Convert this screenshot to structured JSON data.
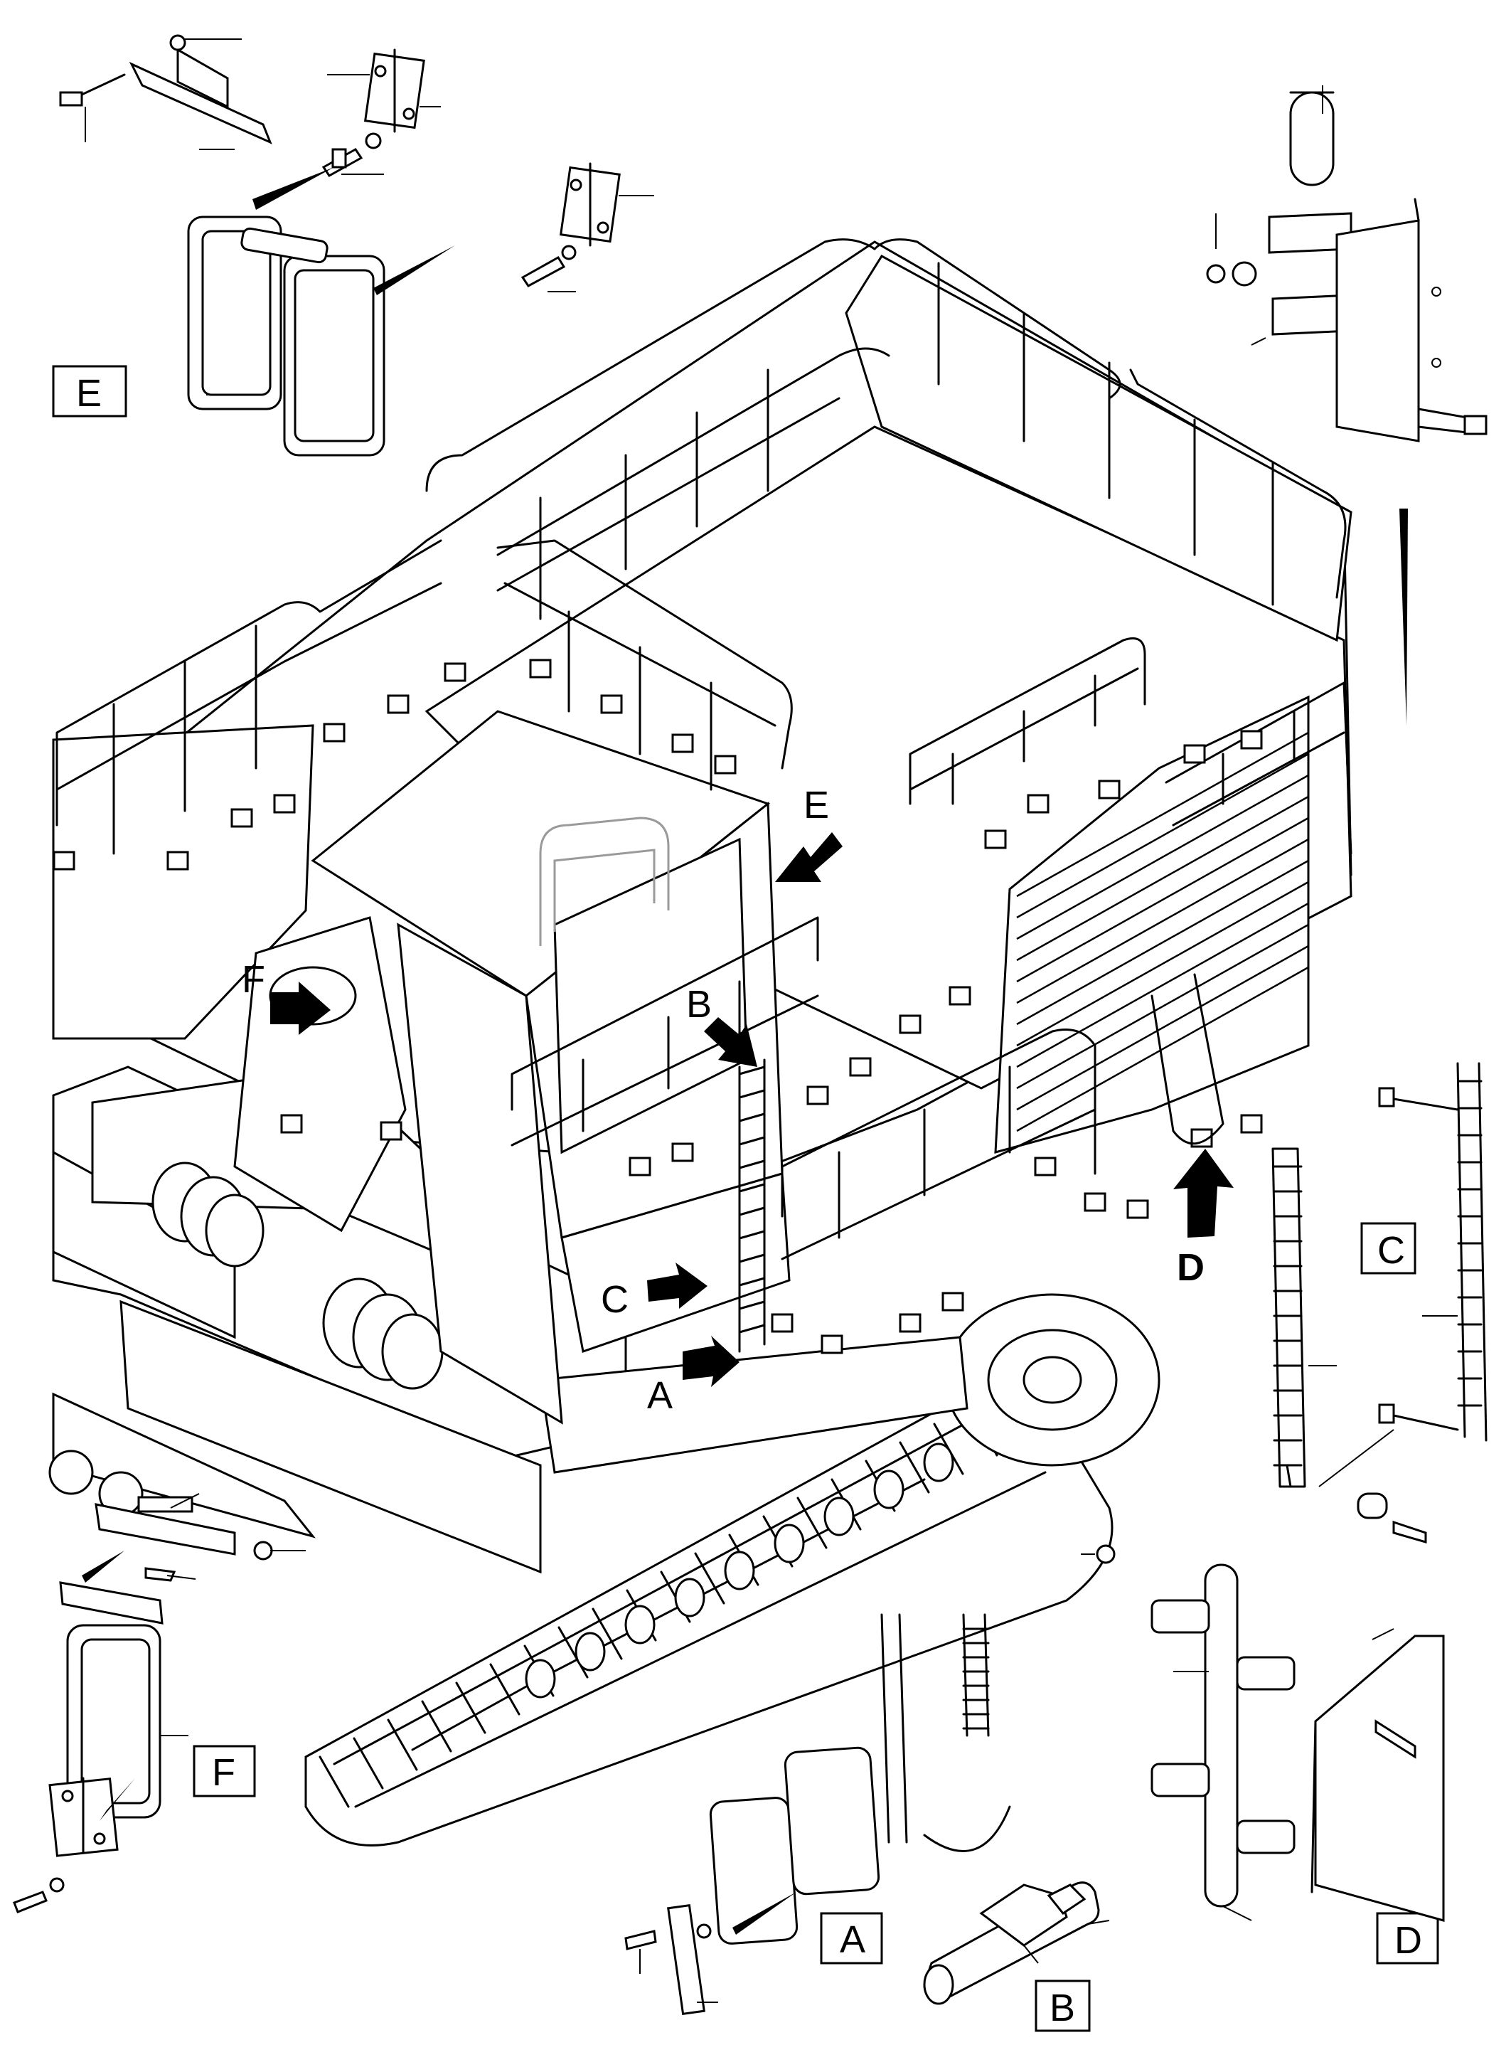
{
  "callout_arrows": [
    {
      "id": "A",
      "label": "A",
      "bold": false
    },
    {
      "id": "B",
      "label": "B",
      "bold": false
    },
    {
      "id": "C",
      "label": "C",
      "bold": false
    },
    {
      "id": "D",
      "label": "D",
      "bold": true
    },
    {
      "id": "E",
      "label": "E",
      "bold": false
    },
    {
      "id": "F",
      "label": "F",
      "bold": false
    }
  ],
  "detail_boxes": [
    {
      "id": "A",
      "label": "A"
    },
    {
      "id": "B",
      "label": "B"
    },
    {
      "id": "C",
      "label": "C"
    },
    {
      "id": "D",
      "label": "D"
    },
    {
      "id": "E",
      "label": "E"
    },
    {
      "id": "F",
      "label": "F"
    }
  ],
  "colors": {
    "line": "#000000",
    "background": "#ffffff",
    "ghost_line": "#9a9a9a"
  }
}
